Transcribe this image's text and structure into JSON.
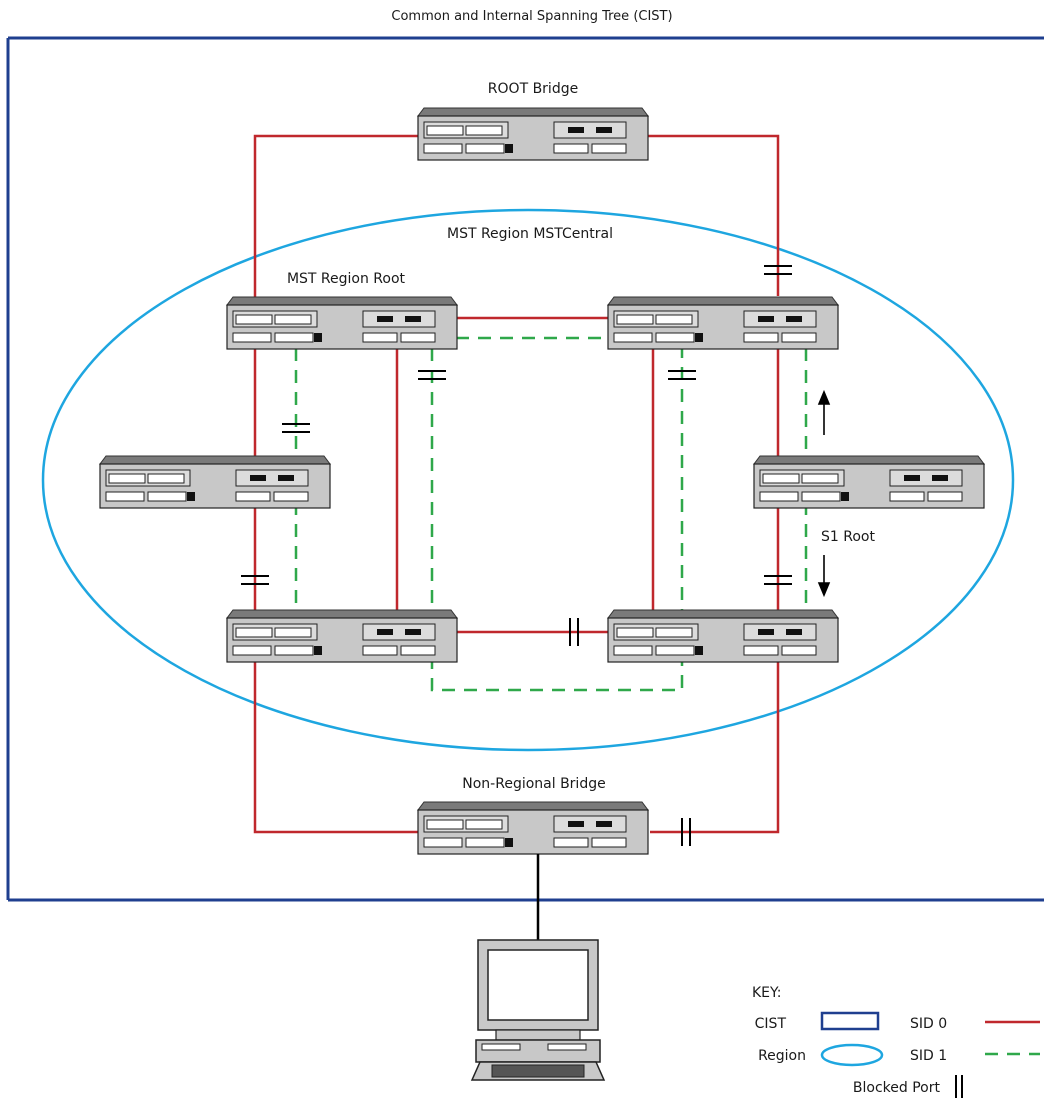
{
  "title": "Common and Internal Spanning Tree (CIST)",
  "region_label": "MST Region MSTCentral",
  "bridges": {
    "root": "ROOT Bridge",
    "region_root": "MST Region Root",
    "s1_root": "S1 Root",
    "non_regional": "Non-Regional Bridge"
  },
  "key": {
    "heading": "KEY:",
    "cist": "CIST",
    "region": "Region",
    "sid0": "SID 0",
    "sid1": "SID 1",
    "blocked": "Blocked Port"
  },
  "colors": {
    "cist": "#1f3f8f",
    "region": "#1ea6e0",
    "sid0": "#c0282d",
    "sid1": "#2fa84a"
  }
}
